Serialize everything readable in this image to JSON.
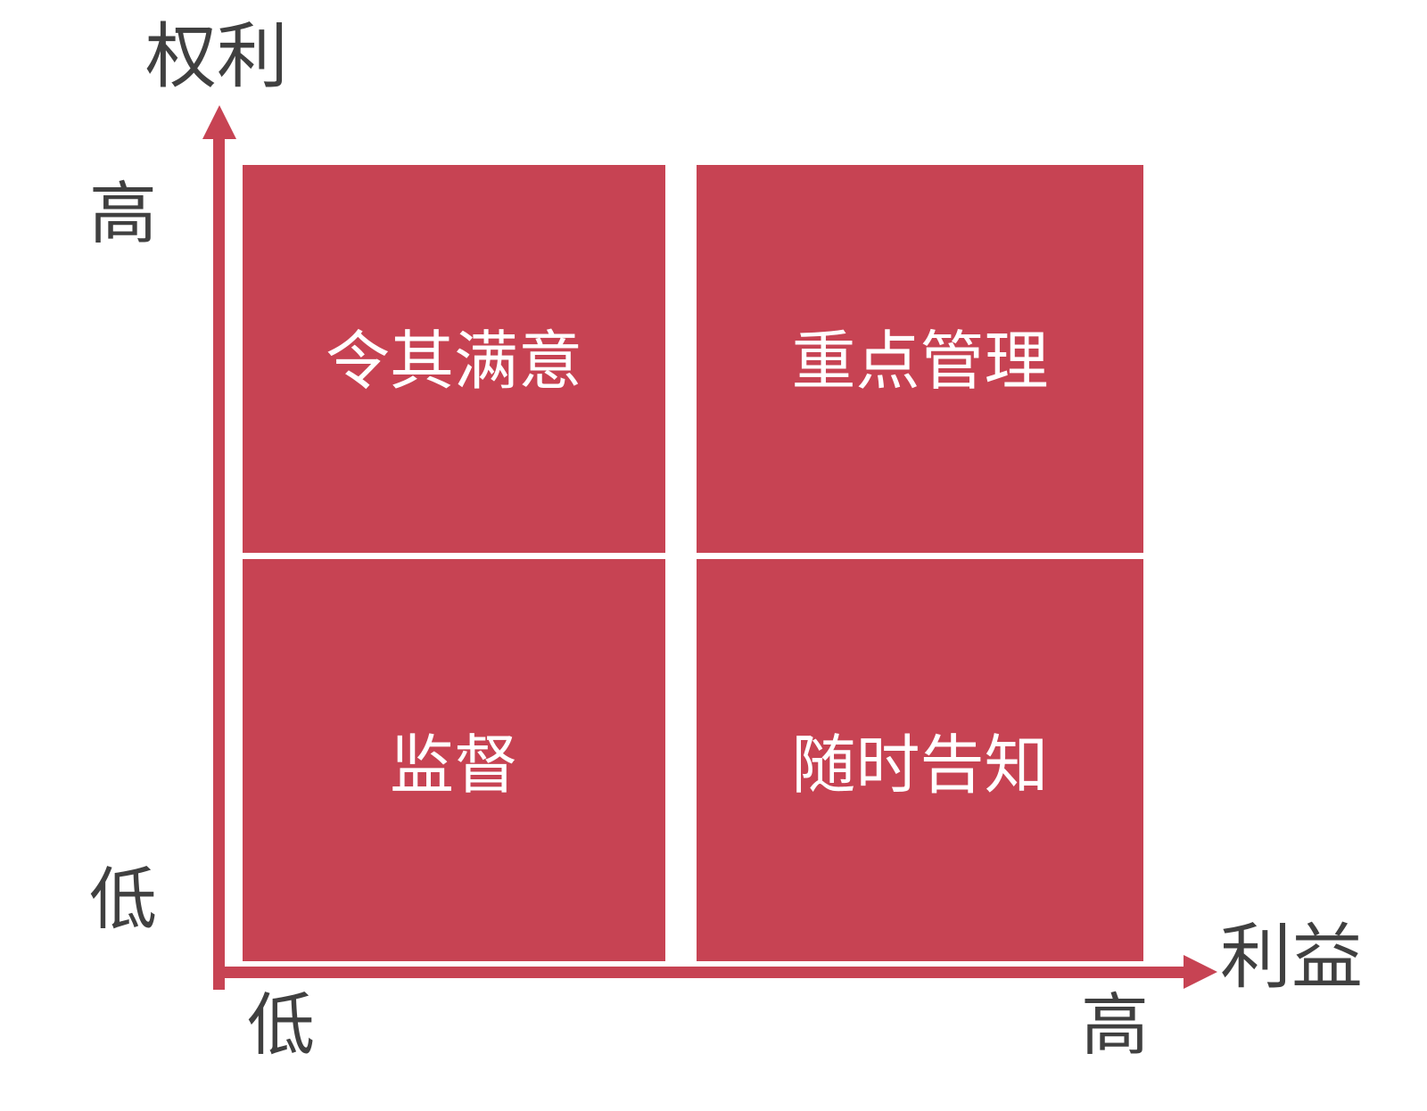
{
  "chart_data": {
    "type": "matrix",
    "title": "",
    "xlabel": "利益",
    "ylabel": "权利",
    "x_ticks": [
      "低",
      "高"
    ],
    "y_ticks": [
      "低",
      "高"
    ],
    "grid": false,
    "legend": "none",
    "accent_color": "#c74353",
    "text_color": "#404040",
    "quadrant_text_color": "#ffffff",
    "quadrants": [
      {
        "label": "令其满意",
        "x": "低",
        "y": "高",
        "position": "top-left"
      },
      {
        "label": "重点管理",
        "x": "高",
        "y": "高",
        "position": "top-right"
      },
      {
        "label": "监督",
        "x": "低",
        "y": "低",
        "position": "bottom-left"
      },
      {
        "label": "随时告知",
        "x": "高",
        "y": "低",
        "position": "bottom-right"
      }
    ]
  },
  "axes": {
    "y": {
      "title": "权利",
      "high_label": "高",
      "low_label": "低",
      "arrow": "arrow-up-icon"
    },
    "x": {
      "title": "利益",
      "low_label": "低",
      "high_label": "高",
      "arrow": "arrow-right-icon"
    }
  }
}
